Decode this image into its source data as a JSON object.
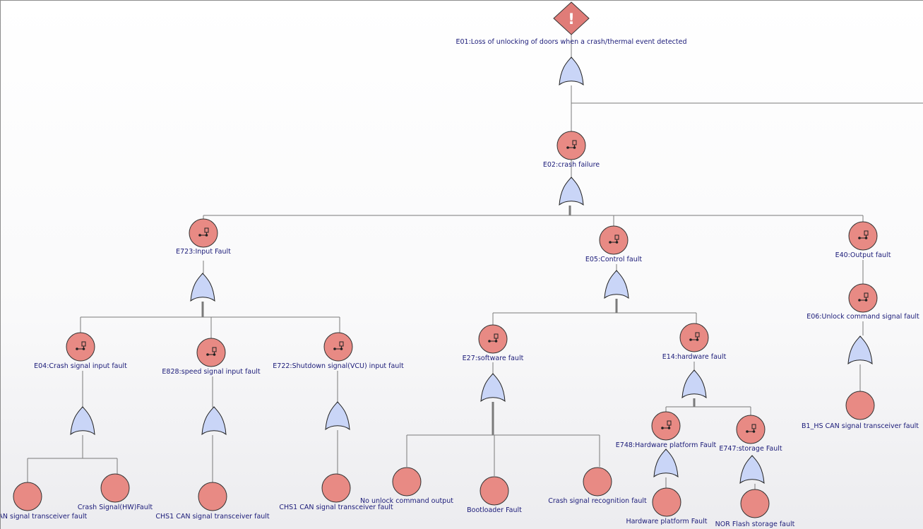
{
  "top_event": {
    "icon": "warning-icon",
    "glyph": "!",
    "label": "E01:Loss of unlocking of doors when a crash/thermal event detected"
  },
  "events": {
    "e02": "E02:crash failure",
    "e723": "E723:Input Fault",
    "e05": "E05:Control fault",
    "e40": "E40:Output fault",
    "e06": "E06:Unlock command signal fault",
    "e04": "E04:Crash signal input fault",
    "e828": "E828:speed signal input fault",
    "e722": "E722:Shutdown signal(VCU) input fault",
    "e27": "E27:software fault",
    "e14": "E14:hardware fault",
    "e748": "E748:Hardware platform Fault",
    "e747": "E747:storage Fault"
  },
  "basic_events": {
    "b_can": "CAN signal transceiver fault",
    "b_crash_hw": "Crash Signal(HW)Fault",
    "b_chs1_a": "CHS1 CAN signal transceiver fault",
    "b_chs1_b": "CHS1 CAN signal transceiver fault",
    "b_no_unlock": "No unlock command output",
    "b_bootloader": "Bootloader Fault",
    "b_crash_recog": "Crash signal recognition fault",
    "b_hw_platform": "Hardware platform Fault",
    "b_nor": "NOR Flash storage fault",
    "b_b1": "B1_HS CAN signal transceiver fault"
  },
  "colors": {
    "event_fill": "#e88a84",
    "gate_fill": "#c9d5f7",
    "label_text": "#1a1a78",
    "connector": "#7a7a7a"
  }
}
